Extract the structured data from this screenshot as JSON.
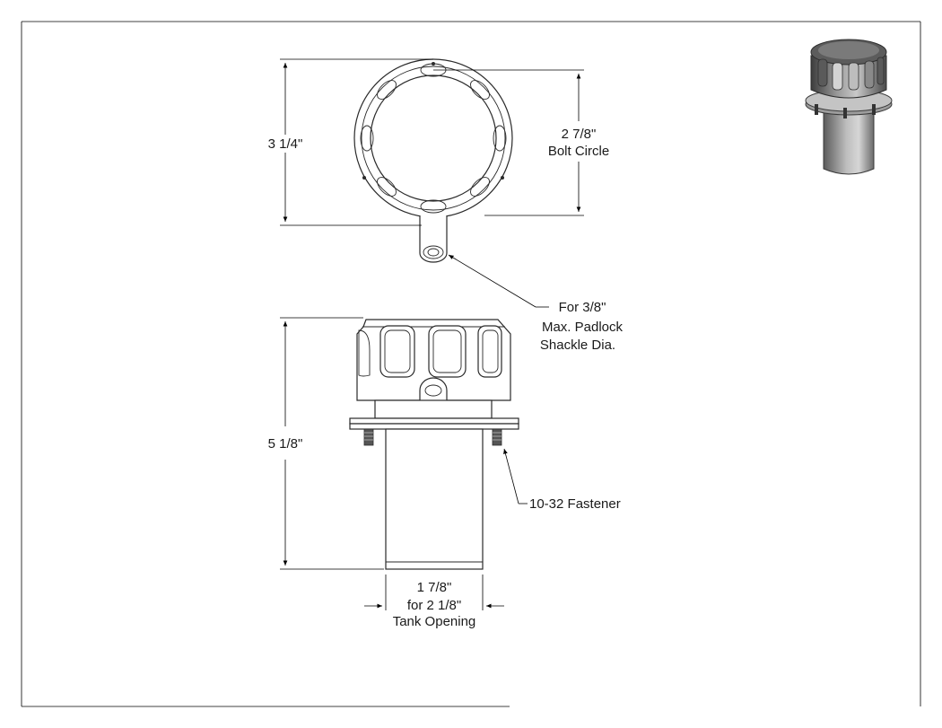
{
  "labels": {
    "top_height": "3 1/4\"",
    "bolt_circle_line1": "2 7/8\"",
    "bolt_circle_line2": "Bolt Circle",
    "padlock_line1": "For 3/8\"",
    "padlock_line2": "Max. Padlock",
    "padlock_line3": "Shackle Dia.",
    "side_height": "5 1/8\"",
    "fastener": "10-32 Fastener",
    "opening_line1": "1 7/8\"",
    "opening_line2": "for 2 1/8\"",
    "opening_line3": "Tank Opening"
  },
  "colors": {
    "ink": "#2a2a2a",
    "render_dark": "#4a4a4a",
    "render_mid": "#8a8a8a",
    "render_light": "#c8c8c8"
  },
  "icons": {
    "thumbnail": "breather-cap-3d-render-icon"
  }
}
